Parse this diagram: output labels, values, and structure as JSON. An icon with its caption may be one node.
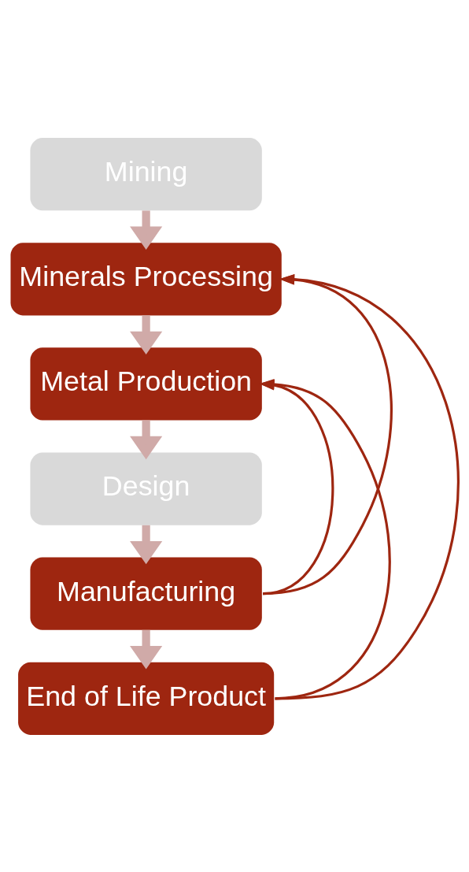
{
  "diagram": {
    "nodes": [
      {
        "text": [
          "Mining"
        ]
      },
      {
        "text": [
          "Minerals Processing"
        ]
      },
      {
        "text": [
          "Metal Production"
        ]
      },
      {
        "text": [
          "Design"
        ]
      },
      {
        "text": [
          "Manufacturing"
        ]
      },
      {
        "text": [
          "End of Life Product"
        ]
      }
    ],
    "edges": [
      {
        "from": 0,
        "to": 1,
        "arrow": "to"
      },
      {
        "from": 1,
        "to": 2,
        "arrow": "to"
      },
      {
        "from": 2,
        "to": 3,
        "arrow": "to"
      },
      {
        "from": 3,
        "to": 4,
        "arrow": "to"
      },
      {
        "from": 4,
        "to": 5,
        "arrow": "to"
      },
      {
        "from": 4,
        "to": 1,
        "arrow": "to",
        "color": "#9e2610"
      },
      {
        "from": 4,
        "to": 2,
        "arrow": "to",
        "color": "#9e2610"
      },
      {
        "from": 5,
        "to": 1,
        "arrow": "to",
        "color": "#9e2610"
      },
      {
        "from": 5,
        "to": 2,
        "arrow": "to",
        "color": "#9e2610"
      }
    ]
  }
}
